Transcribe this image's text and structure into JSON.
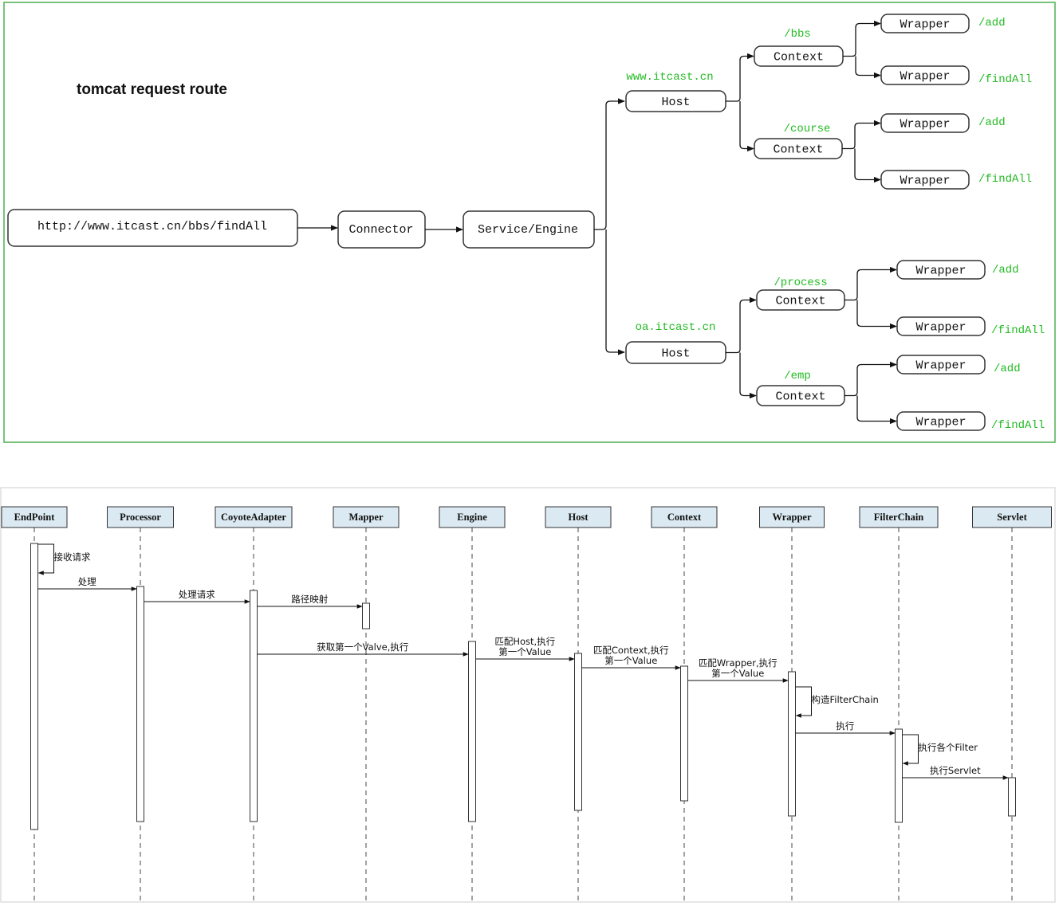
{
  "route": {
    "title": "tomcat request route",
    "url": "http://www.itcast.cn/bbs/findAll",
    "connector": "Connector",
    "engine": "Service/Engine",
    "host_label": "Host",
    "context_label": "Context",
    "wrapper_label": "Wrapper",
    "hosts": [
      {
        "name": "www.itcast.cn",
        "contexts": [
          {
            "path": "/bbs",
            "wrappers": [
              "/add",
              "/findAll"
            ]
          },
          {
            "path": "/course",
            "wrappers": [
              "/add",
              "/findAll"
            ]
          }
        ]
      },
      {
        "name": "oa.itcast.cn",
        "contexts": [
          {
            "path": "/process",
            "wrappers": [
              "/add",
              "/findAll"
            ]
          },
          {
            "path": "/emp",
            "wrappers": [
              "/add",
              "/findAll"
            ]
          }
        ]
      }
    ],
    "colors": {
      "border": "#4caf50",
      "label": "#22bb22",
      "node_stroke": "#333333"
    }
  },
  "sequence": {
    "participants": [
      "EndPoint",
      "Processor",
      "CoyoteAdapter",
      "Mapper",
      "Engine",
      "Host",
      "Context",
      "Wrapper",
      "FilterChain",
      "Servlet"
    ],
    "messages": [
      {
        "from": "EndPoint",
        "to": "EndPoint",
        "text": "接收请求"
      },
      {
        "from": "EndPoint",
        "to": "Processor",
        "text": "处理"
      },
      {
        "from": "Processor",
        "to": "CoyoteAdapter",
        "text": "处理请求"
      },
      {
        "from": "CoyoteAdapter",
        "to": "Mapper",
        "text": "路径映射"
      },
      {
        "from": "CoyoteAdapter",
        "to": "Engine",
        "text": "获取第一个Valve,执行"
      },
      {
        "from": "Engine",
        "to": "Host",
        "text": "匹配Host,执行\n第一个Value"
      },
      {
        "from": "Host",
        "to": "Context",
        "text": "匹配Context,执行\n第一个Value"
      },
      {
        "from": "Context",
        "to": "Wrapper",
        "text": "匹配Wrapper,执行\n第一个Value"
      },
      {
        "from": "Wrapper",
        "to": "Wrapper",
        "text": "构造FilterChain"
      },
      {
        "from": "Wrapper",
        "to": "FilterChain",
        "text": "执行"
      },
      {
        "from": "FilterChain",
        "to": "FilterChain",
        "text": "执行各个Filter"
      },
      {
        "from": "FilterChain",
        "to": "Servlet",
        "text": "执行Servlet"
      }
    ],
    "colors": {
      "header_fill": "#dbeaf2",
      "header_stroke": "#333333",
      "border": "#cccccc"
    }
  }
}
